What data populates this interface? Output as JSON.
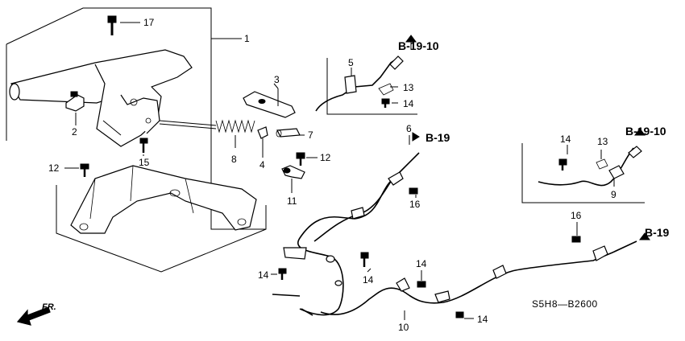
{
  "diagram": {
    "part_labels": [
      {
        "id": "p17",
        "text": "17"
      },
      {
        "id": "p1",
        "text": "1"
      },
      {
        "id": "p2",
        "text": "2"
      },
      {
        "id": "p15",
        "text": "15"
      },
      {
        "id": "p12a",
        "text": "12"
      },
      {
        "id": "p3",
        "text": "3"
      },
      {
        "id": "p4",
        "text": "4"
      },
      {
        "id": "p5",
        "text": "5"
      },
      {
        "id": "p6",
        "text": "6"
      },
      {
        "id": "p7",
        "text": "7"
      },
      {
        "id": "p8",
        "text": "8"
      },
      {
        "id": "p11",
        "text": "11"
      },
      {
        "id": "p12b",
        "text": "12"
      },
      {
        "id": "p13a",
        "text": "13"
      },
      {
        "id": "p14a",
        "text": "14"
      },
      {
        "id": "p16a",
        "text": "16"
      },
      {
        "id": "p14b",
        "text": "14"
      },
      {
        "id": "p13b",
        "text": "13"
      },
      {
        "id": "p9",
        "text": "9"
      },
      {
        "id": "p16b",
        "text": "16"
      },
      {
        "id": "p14c",
        "text": "14"
      },
      {
        "id": "p14d",
        "text": "14"
      },
      {
        "id": "p14e",
        "text": "14"
      },
      {
        "id": "p10",
        "text": "10"
      },
      {
        "id": "p14f",
        "text": "14"
      }
    ],
    "references": [
      {
        "id": "r1",
        "text": "B-19-10"
      },
      {
        "id": "r2",
        "text": "B-19"
      },
      {
        "id": "r3",
        "text": "B-19-10"
      },
      {
        "id": "r4",
        "text": "B-19"
      }
    ],
    "diagram_code": "S5H8—B2600",
    "direction_label": "FR."
  }
}
